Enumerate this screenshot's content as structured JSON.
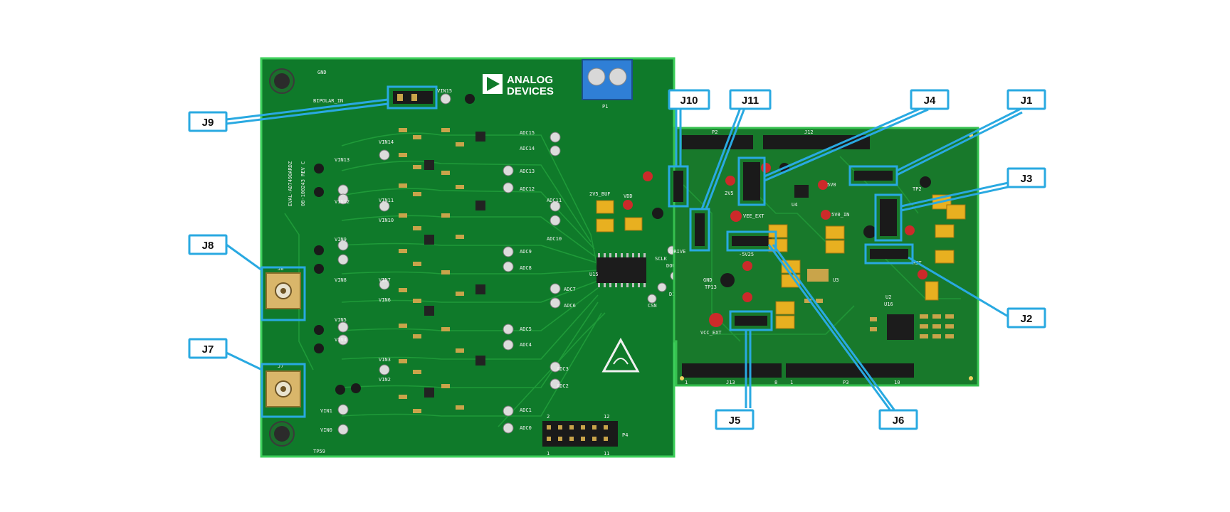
{
  "brand": {
    "logo_line1": "ANALOG",
    "logo_line2": "DEVICES"
  },
  "board": {
    "name": "EVAL-AD7490ARDZ",
    "assembly": "08-100243 REV C",
    "connectors": [
      "P1",
      "P2",
      "P3",
      "P4",
      "J12",
      "J13",
      "J8",
      "J7"
    ],
    "p4_pins": [
      "2",
      "12",
      "1",
      "11"
    ],
    "j13_pins": [
      "1",
      "8"
    ],
    "p3_pins": [
      "1",
      "10"
    ],
    "channel_labels": [
      "ADC15",
      "ADC14",
      "ADC13",
      "ADC12",
      "ADC11",
      "ADC10",
      "ADC9",
      "ADC8",
      "ADC7",
      "ADC6",
      "ADC5",
      "ADC4",
      "ADC3",
      "ADC2",
      "ADC1",
      "ADC0"
    ],
    "input_labels": [
      "VIN15",
      "VIN14",
      "VIN13",
      "VIN12",
      "VIN11",
      "VIN10",
      "VIN9",
      "VIN8",
      "VIN7",
      "VIN6",
      "VIN5",
      "VIN4",
      "VIN3",
      "VIN2",
      "VIN1",
      "VIN0"
    ],
    "test_points": [
      "GND",
      "TP59",
      "BIPOLAR_IN",
      "VDD",
      "2V5_BUF",
      "DOUT",
      "SCLK",
      "CSN",
      "DIN",
      "VDRIVE",
      "GND",
      "TP13",
      "VCC_EXT",
      "VEE_EXT",
      "5V0_IN",
      "5V0",
      "2V5",
      "-5V25",
      "RST",
      "TP2"
    ],
    "chips": [
      "U15",
      "U16",
      "U4",
      "U2",
      "U3"
    ]
  },
  "callouts": [
    {
      "id": "J9",
      "label": "J9"
    },
    {
      "id": "J8",
      "label": "J8"
    },
    {
      "id": "J7",
      "label": "J7"
    },
    {
      "id": "J10",
      "label": "J10"
    },
    {
      "id": "J11",
      "label": "J11"
    },
    {
      "id": "J4",
      "label": "J4"
    },
    {
      "id": "J1",
      "label": "J1"
    },
    {
      "id": "J3",
      "label": "J3"
    },
    {
      "id": "J2",
      "label": "J2"
    },
    {
      "id": "J5",
      "label": "J5"
    },
    {
      "id": "J6",
      "label": "J6"
    }
  ],
  "colors": {
    "pcb": "#0f7a2a",
    "pcb_trace": "#1ea83a",
    "pcb_edge": "#3ccf5a",
    "callout_stroke": "#29a9e1",
    "header_black": "#1a1a1a",
    "capacitor_yellow": "#e8b020",
    "terminal_blue": "#2f7fd6"
  }
}
